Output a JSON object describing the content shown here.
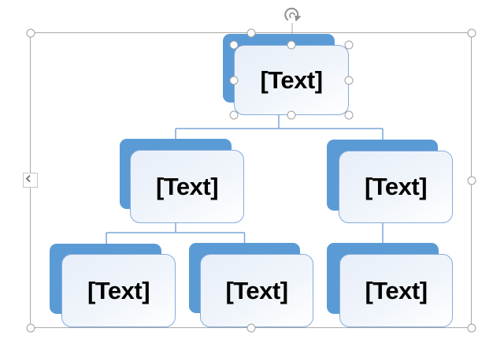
{
  "app_context": "smartart-hierarchy-editing-canvas",
  "diagram": {
    "type": "org-chart",
    "accent_color": "#5b9bd5",
    "node_fill": "#edf2fa",
    "node_border_color": "#84acdc",
    "connector_color": "#7ca6d8",
    "nodes": [
      {
        "id": "root",
        "label": "[Text]",
        "level": 1,
        "selected": true
      },
      {
        "id": "child-left",
        "label": "[Text]",
        "level": 2,
        "selected": false
      },
      {
        "id": "child-right",
        "label": "[Text]",
        "level": 2,
        "selected": false
      },
      {
        "id": "grandchild-1",
        "label": "[Text]",
        "level": 3,
        "selected": false
      },
      {
        "id": "grandchild-2",
        "label": "[Text]",
        "level": 3,
        "selected": false
      },
      {
        "id": "grandchild-3",
        "label": "[Text]",
        "level": 3,
        "selected": false
      }
    ]
  },
  "selection": {
    "frame_color": "#a9a9a9",
    "handle_fill": "#ffffff",
    "handle_border_color": "#a0a0a0",
    "rotate_handle_icon": "rotate-clockwise",
    "text_pane_toggle_icon": "chevron-left"
  }
}
